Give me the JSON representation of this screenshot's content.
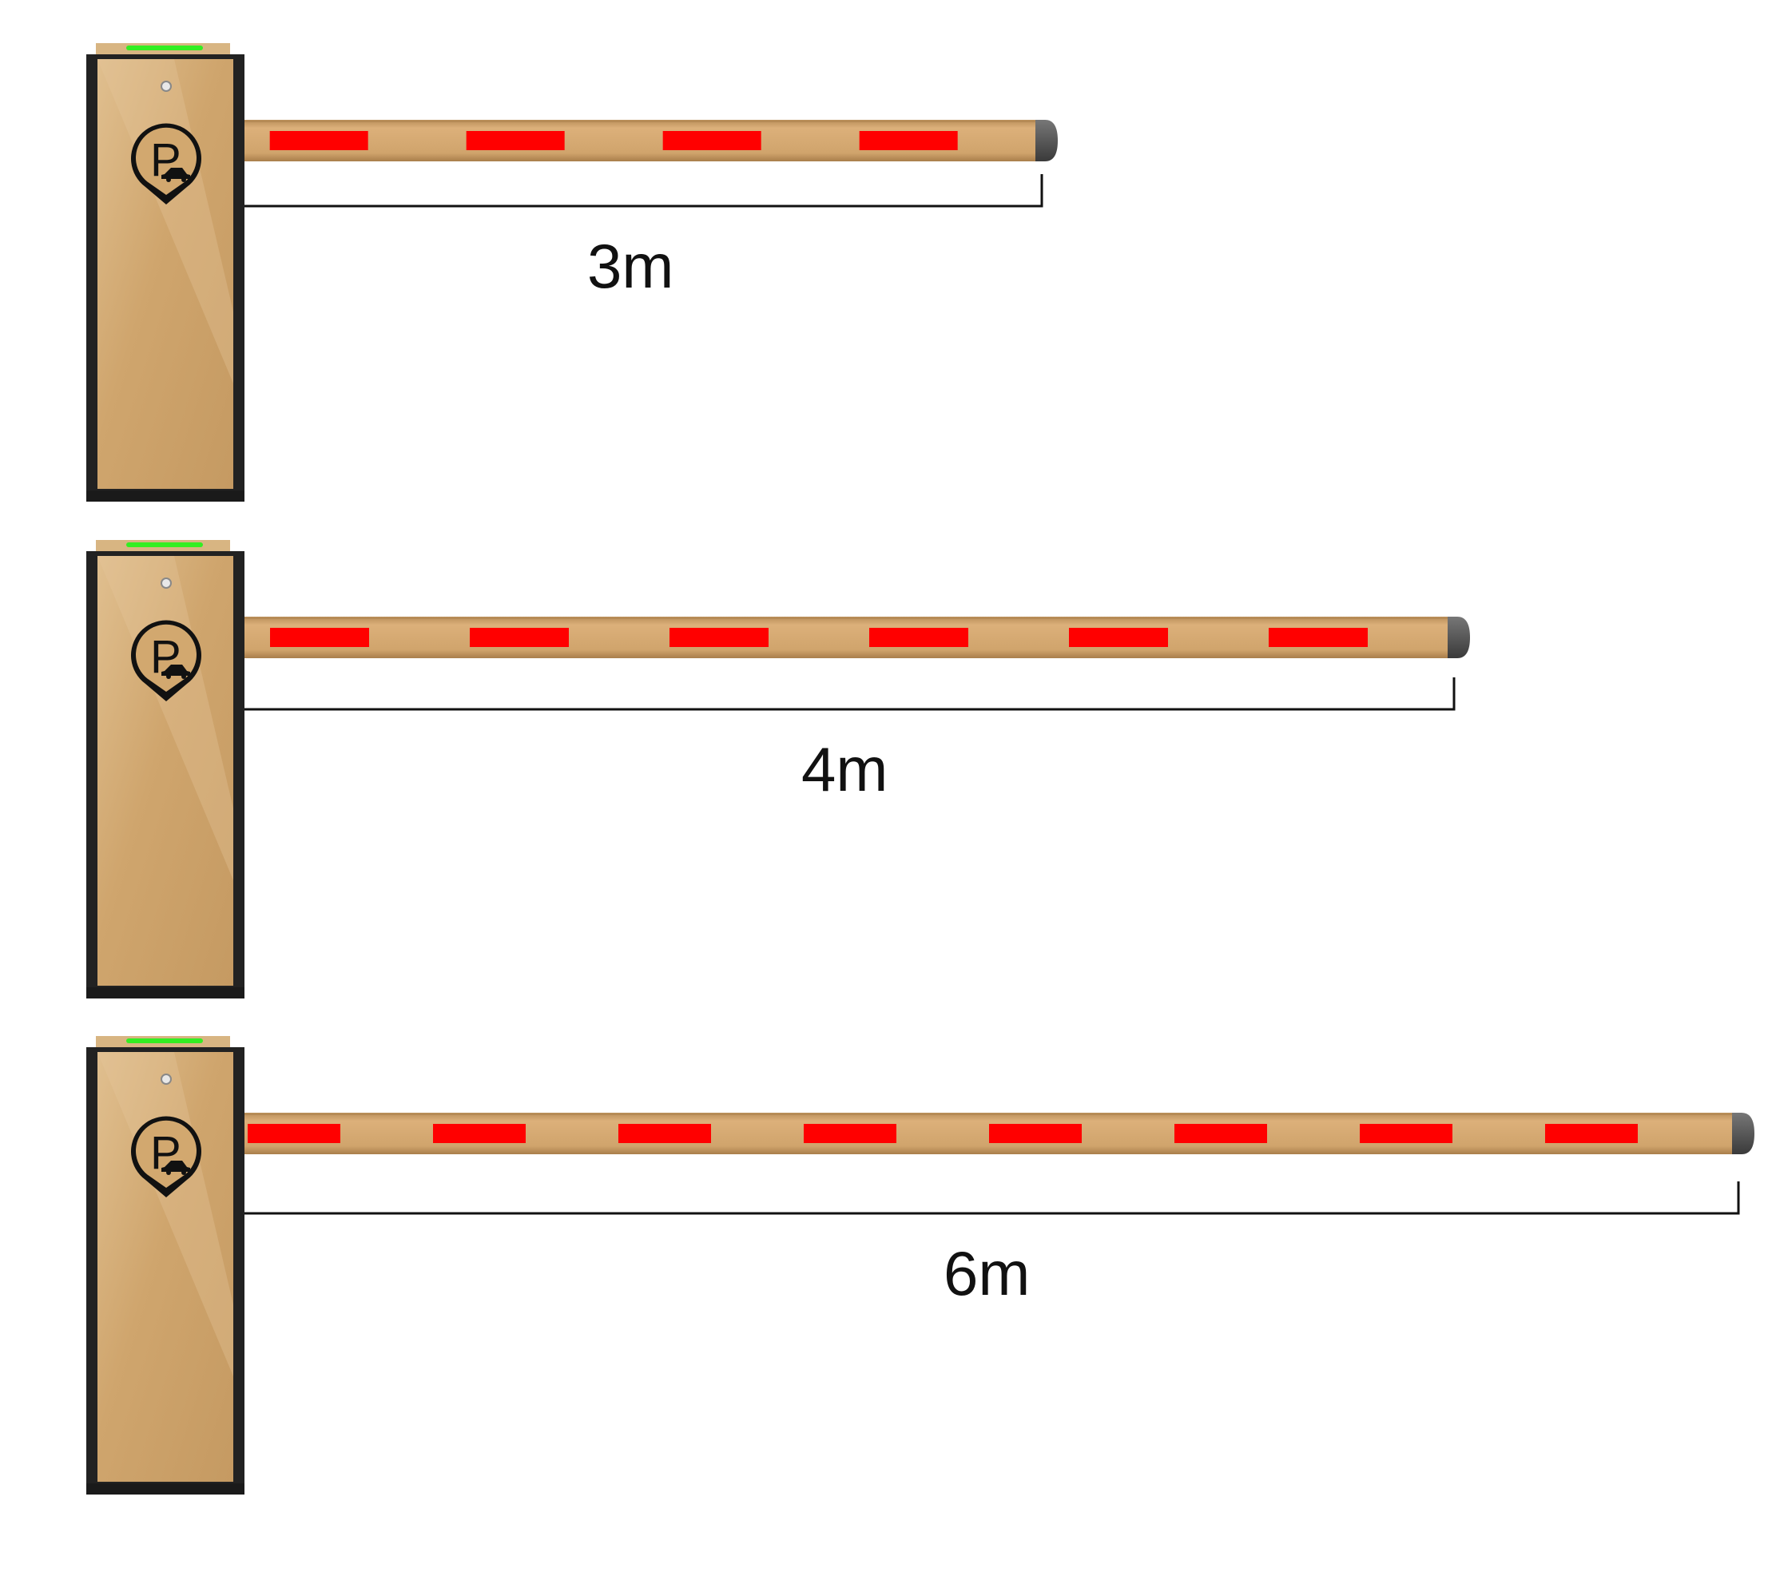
{
  "colors": {
    "background": "#ffffff",
    "housing_body": "#c9a06a",
    "housing_highlight": "#dcb887",
    "housing_frame": "#222222",
    "arm": "#d1a56f",
    "arm_edge": "#b58a55",
    "stripe": "#ff0000",
    "end_cap": "#555555",
    "indicator_light": "#33ee22",
    "dimension_line": "#111111"
  },
  "icons": {
    "parking_sign": "parking-pin-icon",
    "vehicle": "car-icon"
  },
  "parking_sign_letter": "P",
  "barriers": [
    {
      "label": "3m",
      "length_m": 3,
      "stripe_count": 4
    },
    {
      "label": "4m",
      "length_m": 4,
      "stripe_count": 6
    },
    {
      "label": "6m",
      "length_m": 6,
      "stripe_count": 8
    }
  ]
}
